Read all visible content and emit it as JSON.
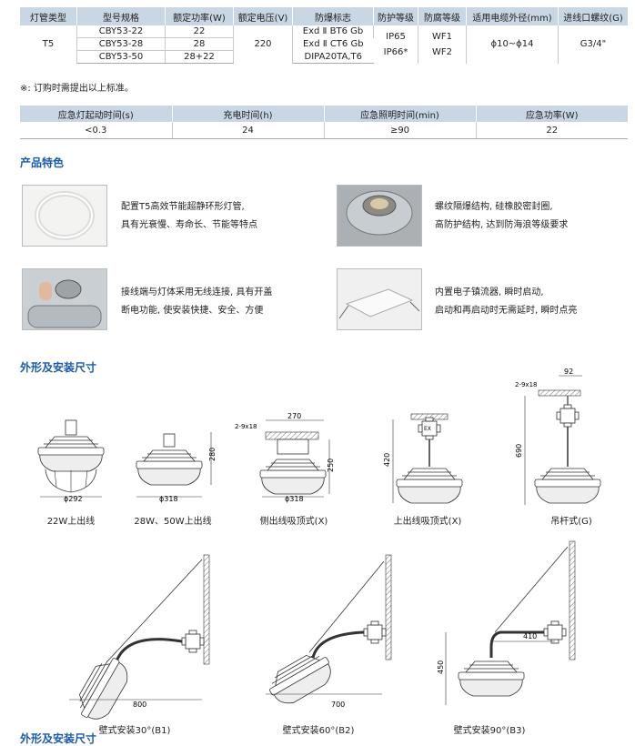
{
  "spec_table": {
    "headers": [
      "灯管类型",
      "型号规格",
      "额定功率(W)",
      "额定电压(V)",
      "防爆标志",
      "防护等级",
      "防腐等级",
      "适用电缆外径(mm)",
      "进线口螺纹(G)"
    ],
    "tube_type": "T5",
    "models": [
      "CBY53-22",
      "CBY53-28",
      "CBY53-50"
    ],
    "powers": [
      "22",
      "28",
      "28+22"
    ],
    "voltage": "220",
    "explosion_marks": [
      "Exd Ⅱ BT6 Gb",
      "Exd Ⅱ CT6 Gb",
      "DIPA20TA,T6"
    ],
    "protection": [
      "IP65",
      "IP66*"
    ],
    "anticorrosion": [
      "WF1",
      "WF2"
    ],
    "cable_diameter": "ϕ10~ϕ14",
    "thread": "G3/4\""
  },
  "note": "※: 订购时需提出以上标准。",
  "emergency_table": {
    "headers": [
      "应急灯起动时间(s)",
      "充电时间(h)",
      "应急照明时间(min)",
      "应急功率(W)"
    ],
    "values": [
      "<0.3",
      "24",
      "≥90",
      "22"
    ]
  },
  "features": {
    "title": "产品特色",
    "items": [
      {
        "lines": [
          "配置T5高效节能超静环形灯管,",
          "具有光衰慢、寿命长、节能等特点"
        ]
      },
      {
        "lines": [
          "螺纹隔爆结构, 硅橡胶密封圈,",
          "高防护结构, 达到防海浪等级要求"
        ]
      },
      {
        "lines": [
          "接线端与灯体采用无线连接, 具有开盖",
          "断电功能, 使安装快捷、安全、方便"
        ]
      },
      {
        "lines": [
          "内置电子镇流器, 瞬时启动,",
          "启动和再启动时无需延时, 瞬时点亮"
        ]
      }
    ]
  },
  "dimensions": {
    "title": "外形及安装尺寸",
    "row1": [
      {
        "caption": "22W上出线",
        "dims": [
          "ϕ292"
        ]
      },
      {
        "caption": "28W、50W上出线",
        "dims": [
          "ϕ318",
          "280"
        ]
      },
      {
        "caption": "侧出线吸顶式(X)",
        "dims": [
          "270",
          "2-9x18",
          "250",
          "ϕ318"
        ]
      },
      {
        "caption": "上出线吸顶式(X)",
        "dims": [
          "420"
        ]
      },
      {
        "caption": "吊杆式(G)",
        "dims": [
          "92",
          "2-9x18",
          "690"
        ]
      }
    ],
    "row2": [
      {
        "caption": "壁式安装30°(B1)",
        "dims": [
          "800"
        ]
      },
      {
        "caption": "壁式安装60°(B2)",
        "dims": [
          "700"
        ]
      },
      {
        "caption": "壁式安装90°(B3)",
        "dims": [
          "410",
          "450"
        ]
      }
    ],
    "ex_label": "EX"
  },
  "footer_title": "外形及安装尺寸"
}
